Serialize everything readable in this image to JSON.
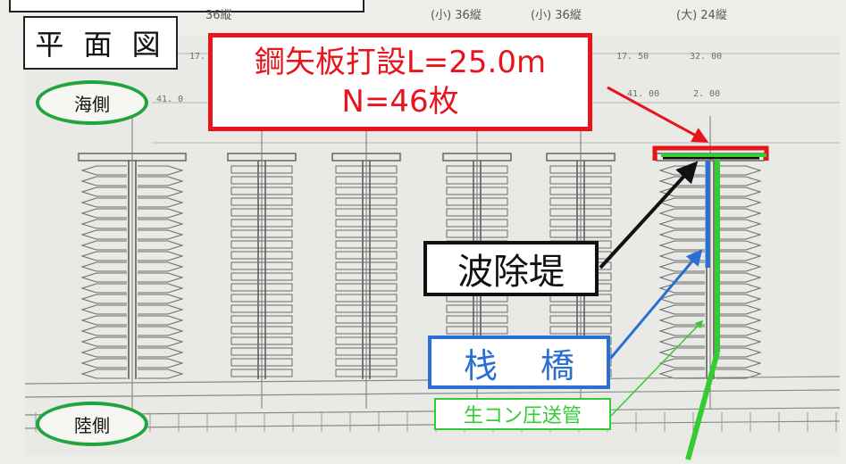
{
  "title": "平 面 図",
  "top_annotations": [
    "36縦",
    "(小)  36縦",
    "(小)  36縦",
    "(大)  24縦"
  ],
  "dimensions": [
    "17.",
    "17. 50",
    "32. 00",
    "41. 0",
    "41. 00",
    "2. 00"
  ],
  "labels": {
    "sea_side": "海側",
    "land_side": "陸側",
    "sheet_pile_line1": "鋼矢板打設L=25.0m",
    "sheet_pile_line2": "N=46枚",
    "breakwater": "波除堤",
    "pier": "栈 橋",
    "pipe": "生コン圧送管"
  },
  "colors": {
    "sheet_pile": "#e8141d",
    "pier": "#2a6fd6",
    "pipe": "#33cc33",
    "oval": "#1fa53c",
    "breakwater": "#111111"
  }
}
